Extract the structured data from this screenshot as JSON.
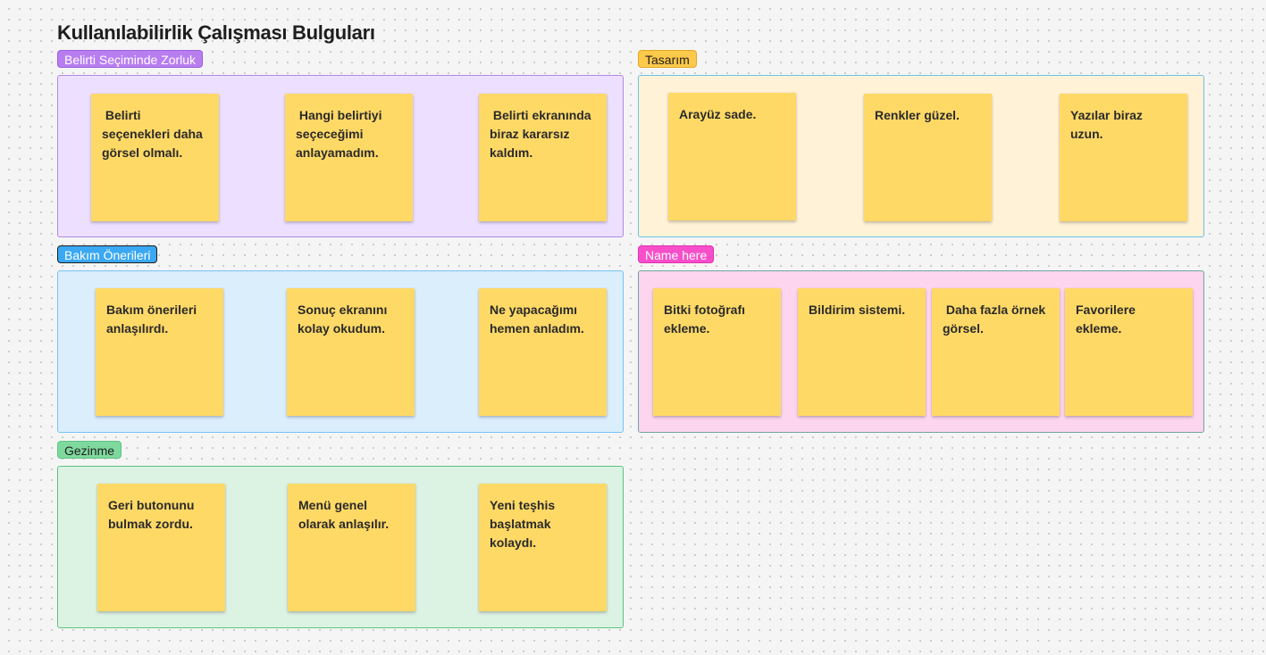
{
  "board": {
    "title": "Kullanılabilirlik Çalışması Bulguları"
  },
  "sections": {
    "zorluk": {
      "label": "Belirti Seçiminde Zorluk",
      "notes": [
        " Belirti seçenekleri daha görsel olmalı.",
        " Hangi belirtiyi seçeceğimi anlayamadım.",
        " Belirti ekranında biraz kararsız kaldım."
      ]
    },
    "tasarim": {
      "label": "Tasarım",
      "notes": [
        "Arayüz sade.",
        "Renkler güzel.",
        "Yazılar biraz uzun."
      ]
    },
    "bakim": {
      "label": "Bakım Önerileri",
      "notes": [
        "Bakım önerileri anlaşılırdı.",
        "Sonuç ekranını kolay okudum.",
        "Ne yapacağımı hemen anladım."
      ]
    },
    "name_here": {
      "label": "Name here",
      "notes": [
        "Bitki fotoğrafı ekleme.",
        "Bildirim sistemi.",
        " Daha fazla örnek görsel.",
        "Favorilere ekleme."
      ]
    },
    "gezinme": {
      "label": "Gezinme",
      "notes": [
        "Geri butonunu bulmak zordu.",
        "Menü genel olarak anlaşılır.",
        "Yeni teşhis başlatmak kolaydı."
      ]
    }
  },
  "colors": {
    "sticky": "#ffd966",
    "purple_section": "#eddfff",
    "yellow_section": "#fff2d6",
    "blue_section": "#daeefc",
    "pink_section": "#fdd5ef",
    "green_section": "#dcf3e3"
  }
}
